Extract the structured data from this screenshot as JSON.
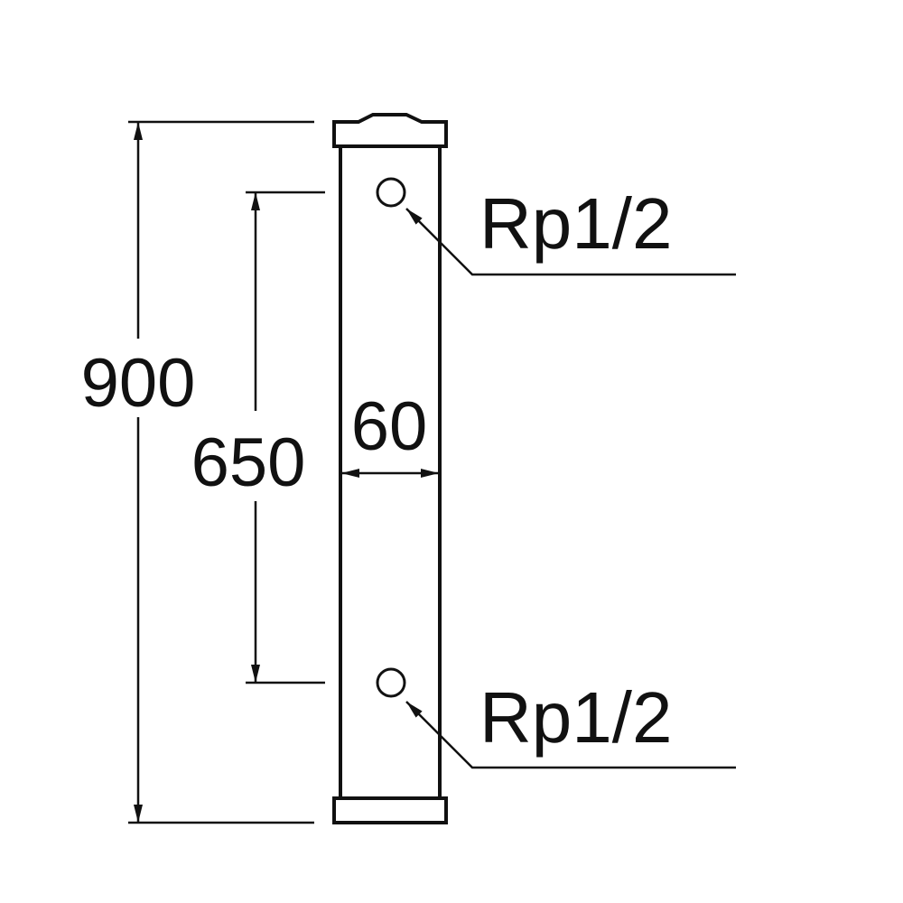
{
  "dimensions": {
    "overall_height": "900",
    "port_spacing": "650",
    "width": "60"
  },
  "ports": [
    {
      "label": "Rp1/2"
    },
    {
      "label": "Rp1/2"
    }
  ],
  "colors": {
    "line": "#111111",
    "background": "#ffffff"
  }
}
